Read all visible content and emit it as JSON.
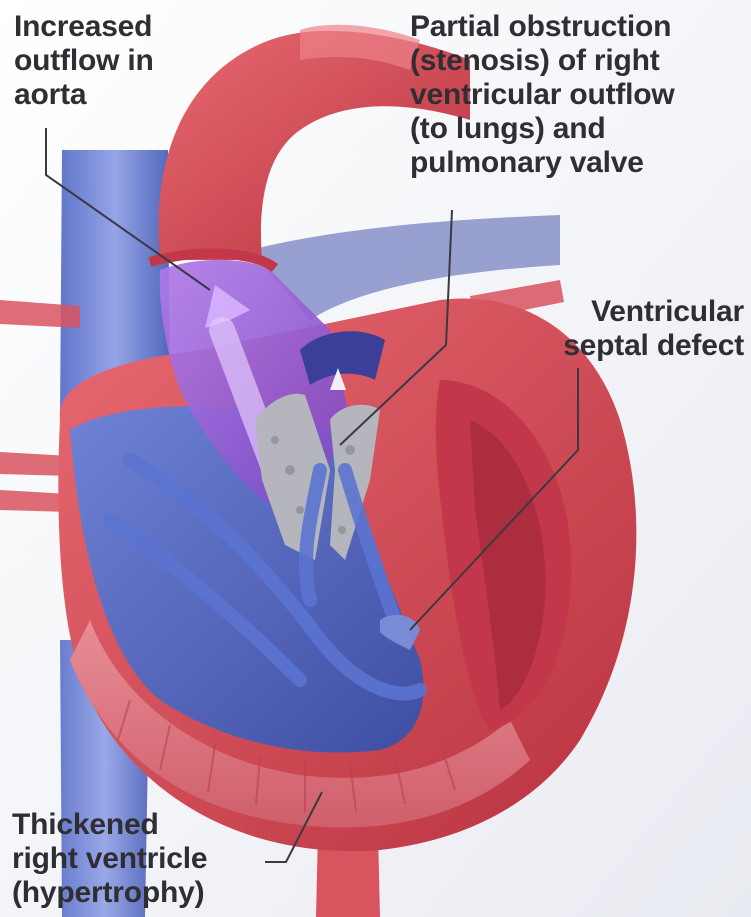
{
  "labels": {
    "aorta": [
      "Increased",
      "outflow in",
      "aorta"
    ],
    "obstruction": [
      "Partial obstruction",
      "(stenosis) of right",
      "ventricular outflow",
      "(to lungs) and",
      "pulmonary valve"
    ],
    "vsd": [
      "Ventricular",
      "septal defect"
    ],
    "hypertrophy": [
      "Thickened",
      "right ventricle",
      "(hypertrophy)"
    ]
  },
  "colors": {
    "background": "#f4f5f9",
    "oxygenated": "#d9545f",
    "deoxygenated": "#4a5fb8",
    "mixed": "#9a5cd0",
    "tissue_outer": "#c8404c",
    "leader_line": "#3a3a40",
    "label_text": "#2f2f33"
  }
}
